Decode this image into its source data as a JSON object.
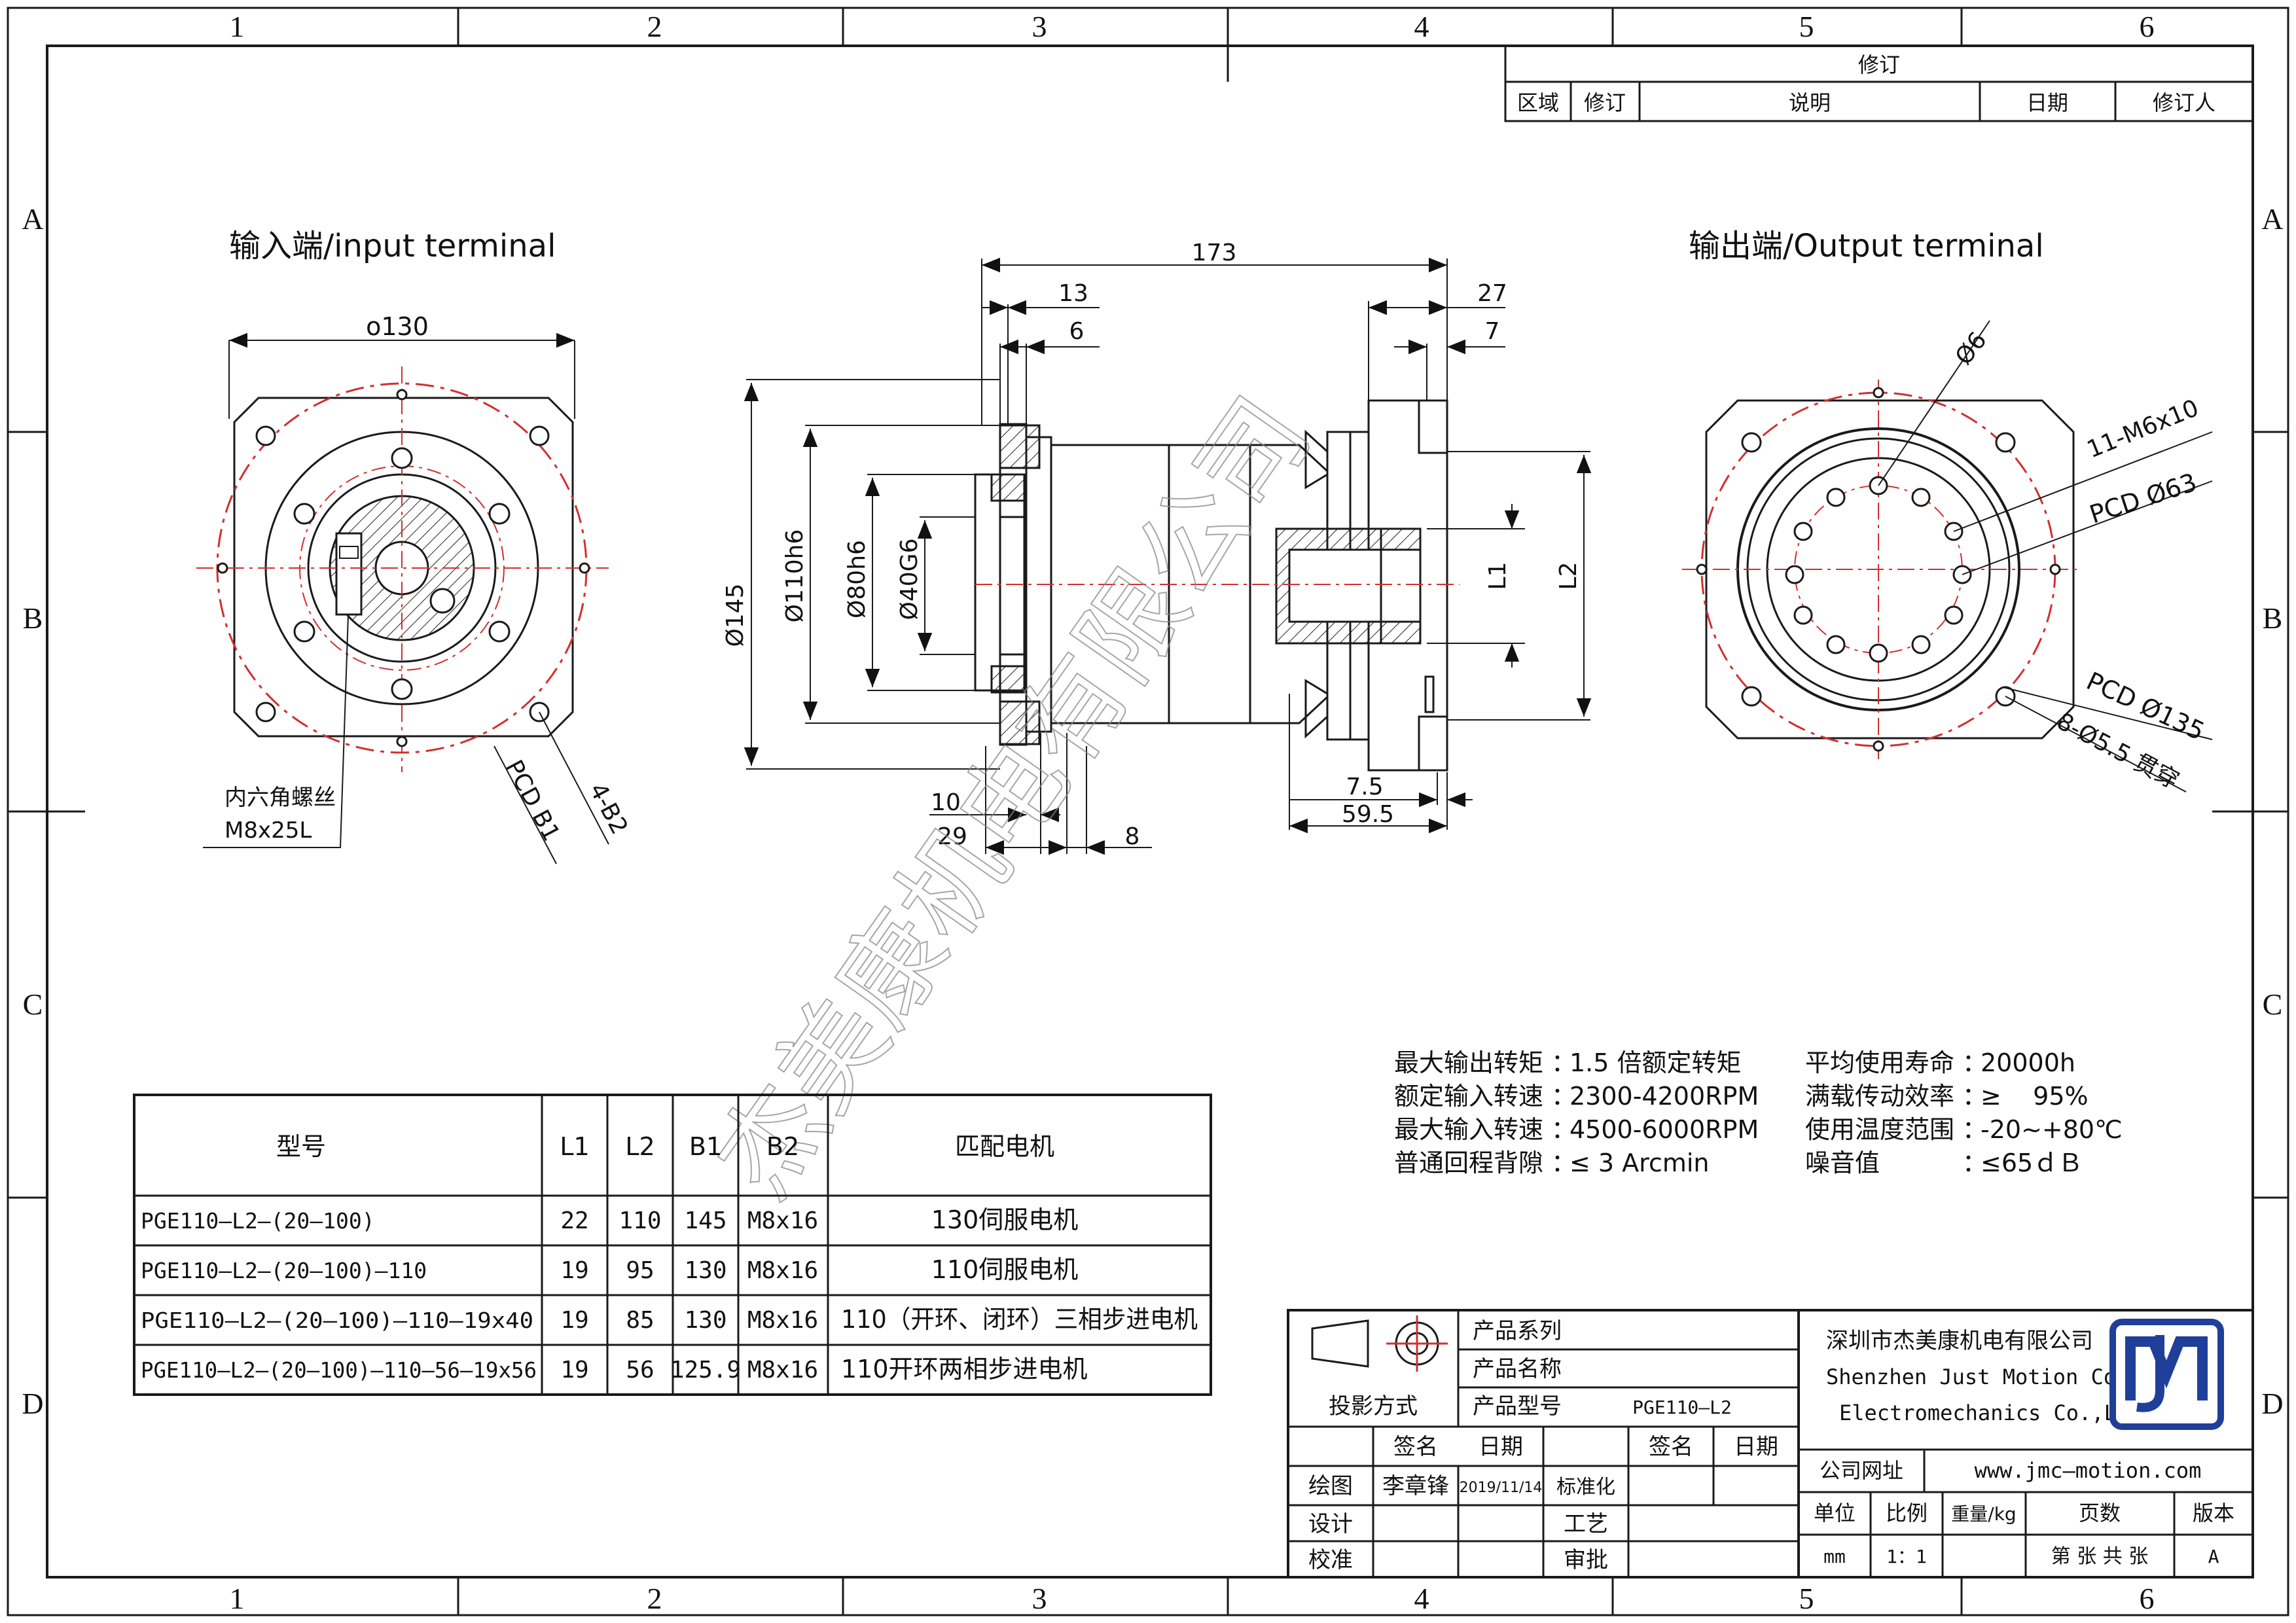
{
  "grid": {
    "columns": [
      "1",
      "2",
      "3",
      "4",
      "5",
      "6"
    ],
    "rows": [
      "A",
      "B",
      "C",
      "D"
    ]
  },
  "revision_block": {
    "title": "修订",
    "headers": [
      "区域",
      "修订",
      "说明",
      "日期",
      "修订人"
    ]
  },
  "views": {
    "input_title": "输入端/input terminal",
    "output_title": "输出端/Output terminal",
    "input_dims": {
      "width": "o130",
      "screw_note_1": "内六角螺丝",
      "screw_note_2": "M8x25L",
      "pcd": "PCD B1",
      "holes": "4-B2"
    },
    "side_dims": {
      "total": "173",
      "d13": "13",
      "d6": "6",
      "d27": "27",
      "d7": "7",
      "d145": "Ø145",
      "d110": "Ø110h6",
      "d80": "Ø80h6",
      "d40": "Ø40G6",
      "l1": "L1",
      "l2": "L2",
      "d10": "10",
      "d29": "29",
      "d8": "8",
      "d7_5": "7.5",
      "d59_5": "59.5"
    },
    "output_dims": {
      "d6": "Ø6",
      "m6": "11-M6x10",
      "pcd63": "PCD Ø63",
      "pcd135": "PCD Ø135",
      "holes": "8-Ø5.5 贯穿"
    }
  },
  "watermark": "杰美康机电有限公司",
  "specs": {
    "left": [
      {
        "label": "最大输出转矩",
        "value": "1.5 倍额定转矩"
      },
      {
        "label": "额定输入转速",
        "value": "2300-4200RPM"
      },
      {
        "label": "最大输入转速",
        "value": "4500-6000RPM"
      },
      {
        "label": "普通回程背隙",
        "value": "≤ 3 Arcmin"
      }
    ],
    "right": [
      {
        "label": "平均使用寿命",
        "value": "20000h"
      },
      {
        "label": "满载传动效率",
        "value": "≥    95%"
      },
      {
        "label": "使用温度范围",
        "value": "-20~+80℃"
      },
      {
        "label": "噪音值",
        "value": "≤65ｄＢ"
      }
    ]
  },
  "model_table": {
    "headers": [
      "型号",
      "L1",
      "L2",
      "B1",
      "B2",
      "匹配电机"
    ],
    "rows": [
      [
        "PGE110—L2—(20—100)",
        "22",
        "110",
        "145",
        "M8x16",
        "130伺服电机"
      ],
      [
        "PGE110—L2—(20—100)—110",
        "19",
        "95",
        "130",
        "M8x16",
        "110伺服电机"
      ],
      [
        "PGE110—L2—(20—100)—110—19x40",
        "19",
        "85",
        "130",
        "M8x16",
        "110（开环、闭环）三相步进电机"
      ],
      [
        "PGE110—L2—(20—100)—110—56—19x56",
        "19",
        "56",
        "125.9",
        "M8x16",
        "110开环两相步进电机"
      ]
    ]
  },
  "title_block": {
    "projection": "投影方式",
    "series_label": "产品系列",
    "name_label": "产品名称",
    "model_label": "产品型号",
    "model_value": "PGE110—L2",
    "sign_label": "签名",
    "date_label": "日期",
    "sign_label_2": "签名",
    "date_label_2": "日期",
    "draw_label": "绘图",
    "draw_name": "李章锋",
    "draw_date": "2019/11/14",
    "std_label": "标准化",
    "design_label": "设计",
    "craft_label": "工艺",
    "check_label": "校准",
    "approve_label": "审批",
    "company_cn": "深圳市杰美康机电有限公司",
    "company_en_1": "Shenzhen Just Motion Control",
    "company_en_2": "Electromechanics Co.,LTD",
    "website_label": "公司网址",
    "website": "www.jmc—motion.com",
    "unit_label": "单位",
    "scale_label": "比例",
    "weight_label": "重量/kg",
    "pages_label": "页数",
    "version_label": "版本",
    "unit_value": "mm",
    "scale_value": "1：1",
    "pages_value": "第 张 共 张",
    "version_value": "A"
  },
  "colors": {
    "line": "#1a1a1a",
    "center_line": "#d0302f",
    "logo": "#1f3f99",
    "watermark": "#888888"
  }
}
